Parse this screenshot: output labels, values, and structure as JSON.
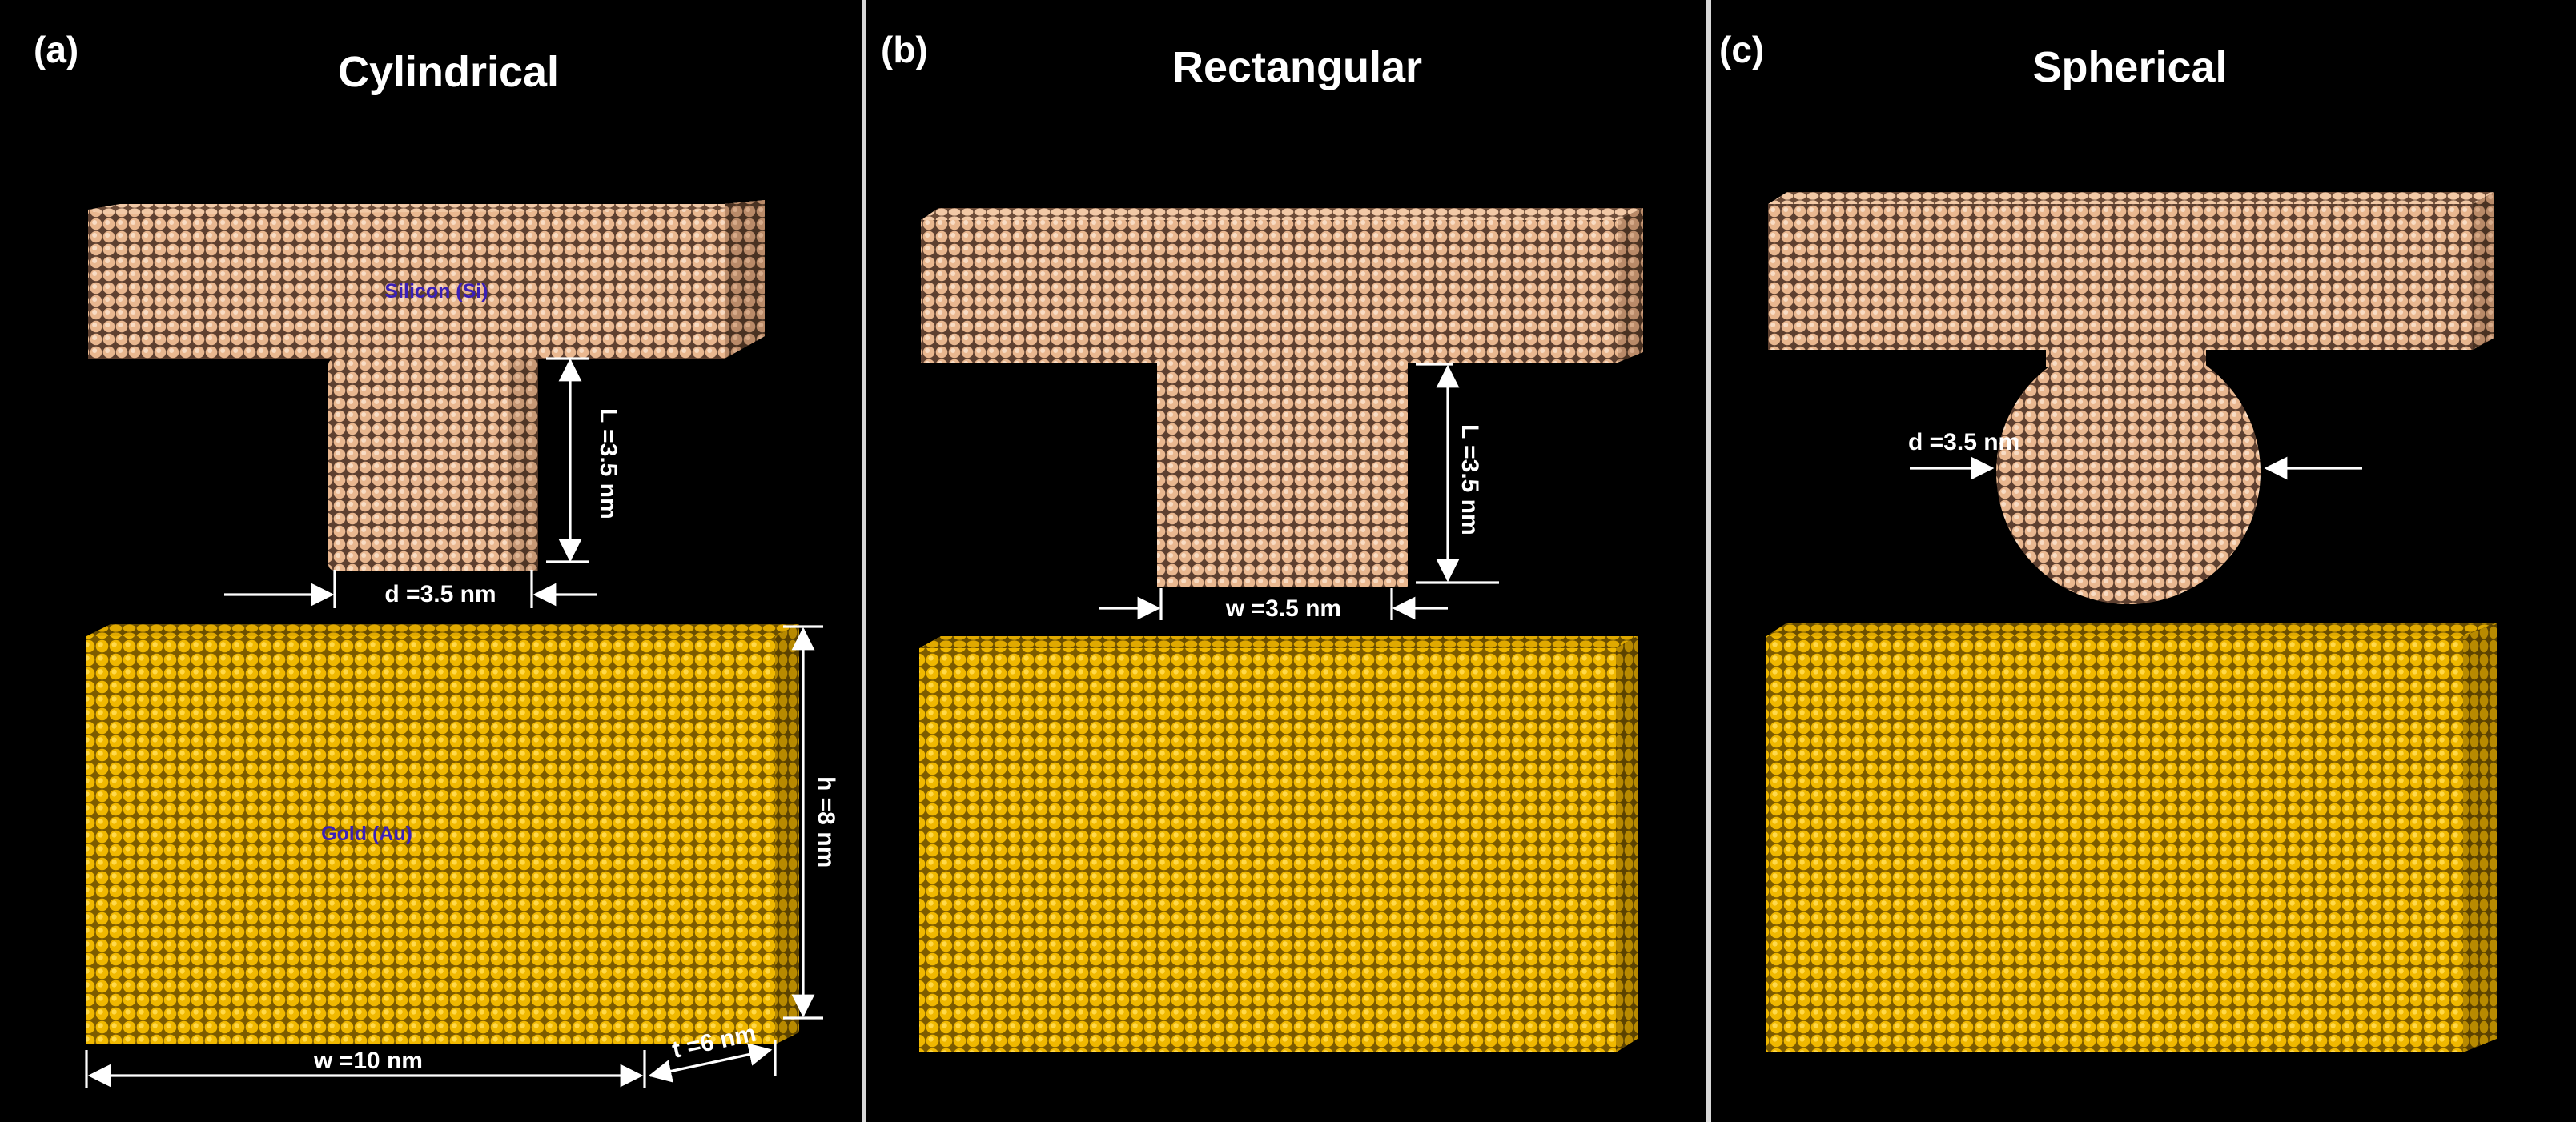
{
  "colors": {
    "background": "#000000",
    "divider": "#d8d8d8",
    "silicon": "#e9b78f",
    "silicon_dark": "#a8785a",
    "gold": "#f0b800",
    "gold_dark": "#9a7200",
    "annotation": "#ffffff",
    "material_label": "#3a1fb8"
  },
  "panels": [
    {
      "letter": "(a)",
      "title": "Cylindrical",
      "silicon_label": "Silicon (Si)",
      "gold_label": "Gold (Au)",
      "dimensions": {
        "length": "L =3.5 nm",
        "diameter": "d =3.5 nm",
        "height": "h =8 nm",
        "width": "w =10 nm",
        "thickness": "t =6 nm"
      }
    },
    {
      "letter": "(b)",
      "title": "Rectangular",
      "dimensions": {
        "length": "L =3.5 nm",
        "width": "w =3.5 nm"
      }
    },
    {
      "letter": "(c)",
      "title": "Spherical",
      "dimensions": {
        "diameter": "d =3.5 nm"
      }
    }
  ]
}
